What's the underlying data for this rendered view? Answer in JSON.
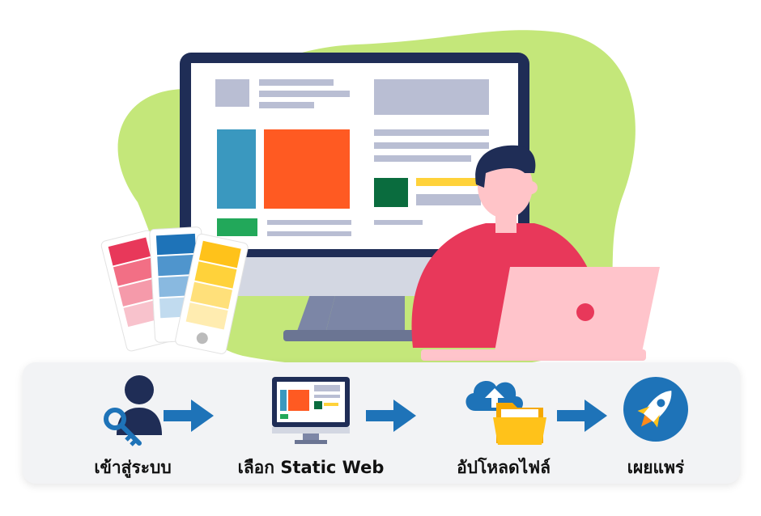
{
  "steps": [
    {
      "label": "เข้าสู่ระบบ",
      "icon": "user-key-icon"
    },
    {
      "label": "เลือก Static Web",
      "icon": "monitor-icon"
    },
    {
      "label": "อัปโหลดไฟล์",
      "icon": "cloud-upload-folder-icon"
    },
    {
      "label": "เผยแพร่",
      "icon": "rocket-icon"
    }
  ],
  "colors": {
    "navy": "#1f2d56",
    "blue": "#1e73b8",
    "green_blob": "#c4e77a",
    "red": "#e8385a",
    "orange": "#ff5a22",
    "yellow": "#ffd23a"
  }
}
